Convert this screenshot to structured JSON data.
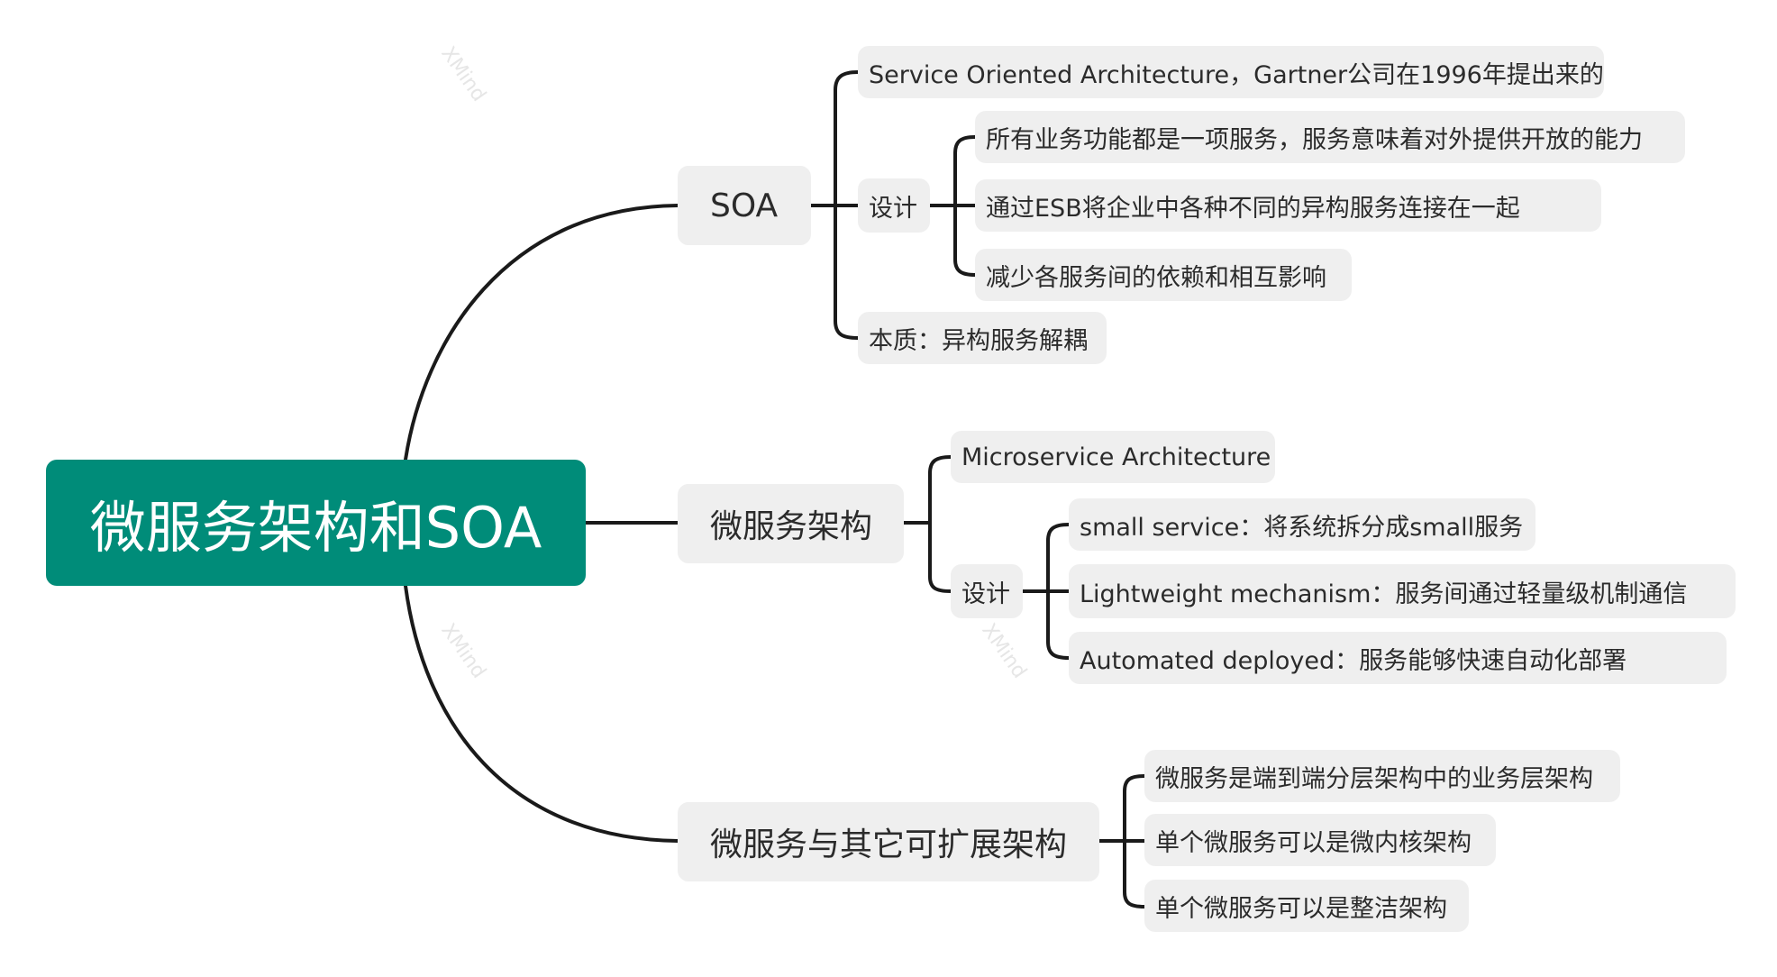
{
  "root": "微服务架构和SOA",
  "branches": [
    {
      "label": "SOA",
      "children": [
        {
          "label": "Service Oriented Architecture，Gartner公司在1996年提出来的"
        },
        {
          "label": "设计",
          "children": [
            "所有业务功能都是一项服务，服务意味着对外提供开放的能力",
            "通过ESB将企业中各种不同的异构服务连接在一起",
            "减少各服务间的依赖和相互影响"
          ]
        },
        {
          "label": "本质：异构服务解耦"
        }
      ]
    },
    {
      "label": "微服务架构",
      "children": [
        {
          "label": "Microservice Architecture"
        },
        {
          "label": "设计",
          "children": [
            "small service：将系统拆分成small服务",
            "Lightweight mechanism：服务间通过轻量级机制通信",
            "Automated deployed：服务能够快速自动化部署"
          ]
        }
      ]
    },
    {
      "label": "微服务与其它可扩展架构",
      "children": [
        {
          "label": "微服务是端到端分层架构中的业务层架构"
        },
        {
          "label": "单个微服务可以是微内核架构"
        },
        {
          "label": "单个微服务可以是整洁架构"
        }
      ]
    }
  ],
  "watermark": "XMind",
  "colors": {
    "root_fill": "#008C79",
    "node_fill": "#efefef",
    "line": "#1a1a1a"
  }
}
